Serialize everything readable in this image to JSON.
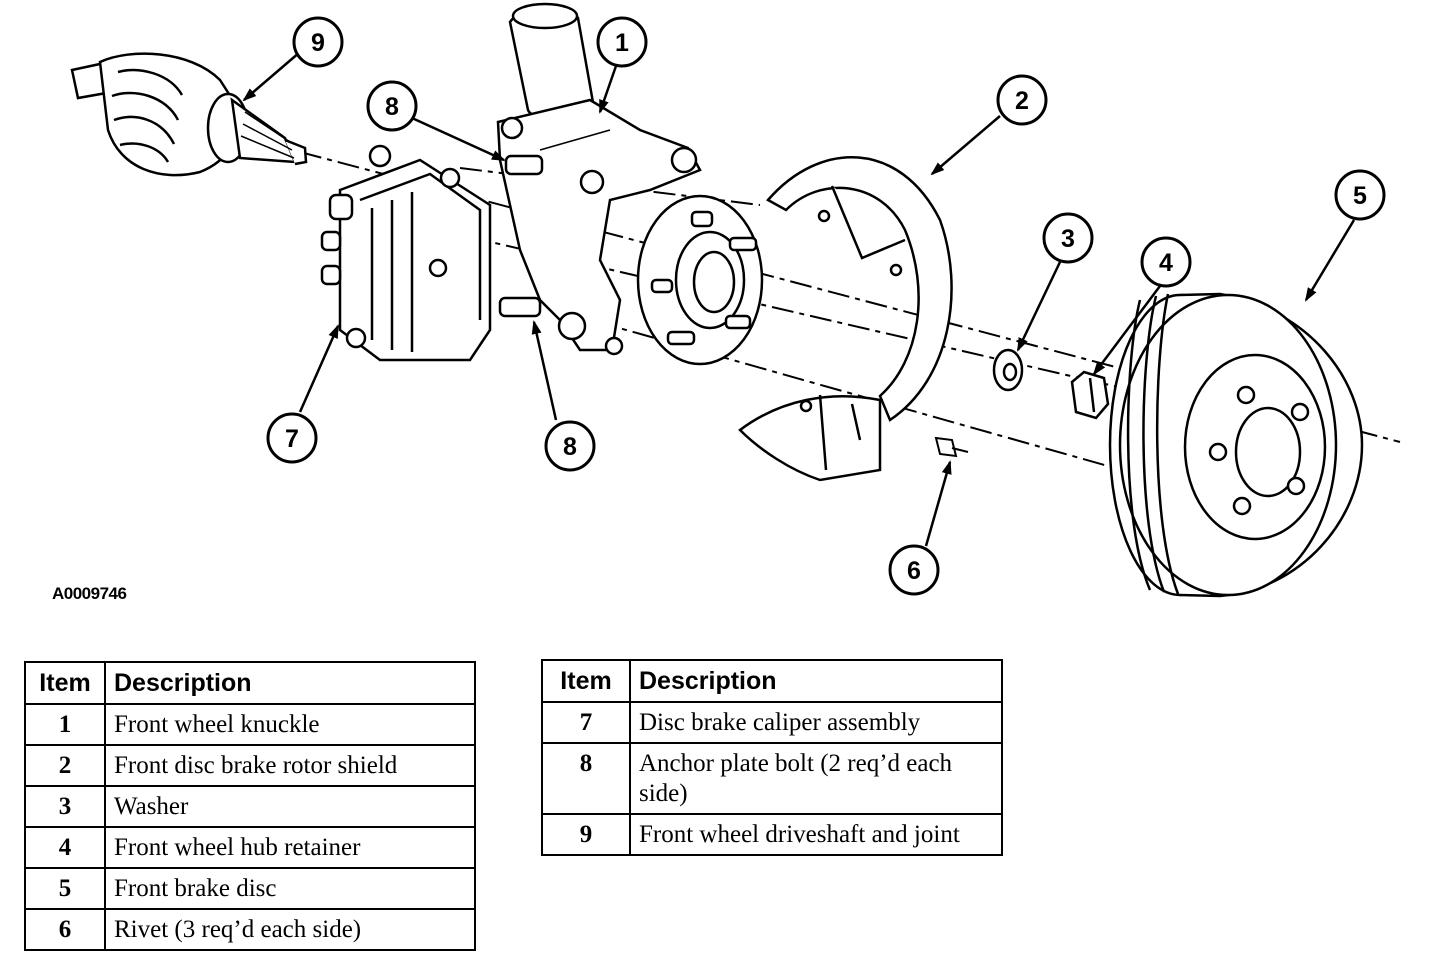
{
  "figure_id": "A0009746",
  "callouts": [
    {
      "id": "c1",
      "label": "1"
    },
    {
      "id": "c2",
      "label": "2"
    },
    {
      "id": "c3",
      "label": "3"
    },
    {
      "id": "c4",
      "label": "4"
    },
    {
      "id": "c5",
      "label": "5"
    },
    {
      "id": "c6",
      "label": "6"
    },
    {
      "id": "c7",
      "label": "7"
    },
    {
      "id": "c8a",
      "label": "8"
    },
    {
      "id": "c8b",
      "label": "8"
    },
    {
      "id": "c9",
      "label": "9"
    }
  ],
  "table_left": {
    "header_item": "Item",
    "header_desc": "Description",
    "rows": [
      {
        "item": "1",
        "desc": "Front wheel knuckle"
      },
      {
        "item": "2",
        "desc": "Front disc brake rotor shield"
      },
      {
        "item": "3",
        "desc": "Washer"
      },
      {
        "item": "4",
        "desc": "Front wheel hub retainer"
      },
      {
        "item": "5",
        "desc": "Front brake disc"
      },
      {
        "item": "6",
        "desc": "Rivet (3 req’d each side)"
      }
    ]
  },
  "table_right": {
    "header_item": "Item",
    "header_desc": "Description",
    "rows": [
      {
        "item": "7",
        "desc": "Disc brake caliper assembly"
      },
      {
        "item": "8",
        "desc": "Anchor plate bolt (2 req’d each side)"
      },
      {
        "item": "9",
        "desc": "Front wheel driveshaft and joint"
      }
    ]
  }
}
